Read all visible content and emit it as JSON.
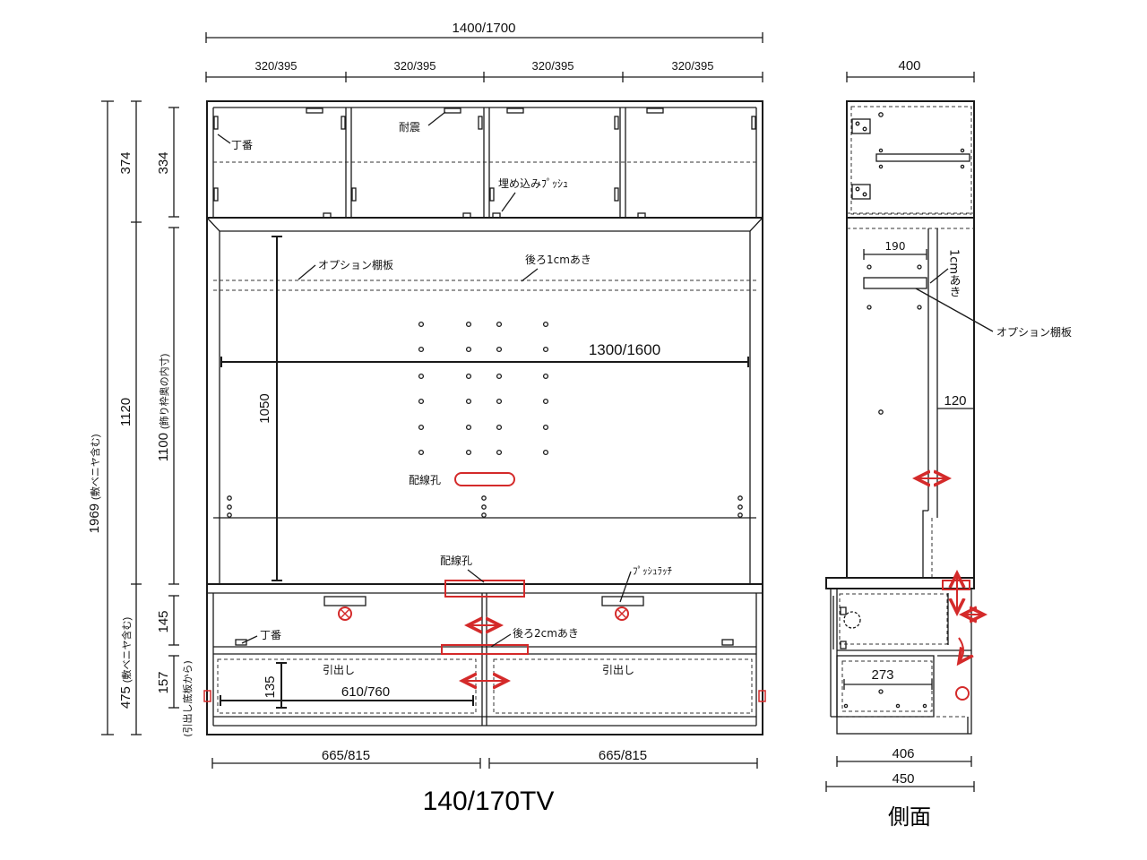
{
  "front": {
    "overall_width": "1400/1700",
    "upper_door_width": "320/395",
    "inner_width": "1300/1600",
    "drawer_width": "665/815",
    "drawer_inner": "610/760",
    "title": "140/170TV"
  },
  "heights": {
    "total": "1969",
    "total_note": "(敷ベニヤ含む)",
    "upper": "374",
    "upper_inner": "334",
    "middle": "1120",
    "middle_inner": "1100",
    "middle_note": "(飾り枠奥の内寸)",
    "tv_opening": "1050",
    "lower": "475",
    "lower_note": "(敷ベニヤ含む)",
    "flap": "145",
    "drawer": "157",
    "drawer_note": "(引出し底板から)",
    "drawer_inner_h": "135"
  },
  "labels": {
    "hinge": "丁番",
    "seismic": "耐震",
    "push": "埋め込みﾌﾟｯｼｭ",
    "option_shelf": "オプション棚板",
    "back_gap_1": "後ろ1cmあき",
    "cable_hole": "配線孔",
    "push_latch": "ﾌﾟｯｼｭﾗｯﾁ",
    "back_gap_2": "後ろ2cmあき",
    "drawer": "引出し"
  },
  "side": {
    "depth_top": "400",
    "shelf_depth": "190",
    "gap_vertical": "1cmあき",
    "option_shelf": "オプション棚板",
    "offset": "120",
    "drawer_depth": "273",
    "depth_mid": "406",
    "depth_bottom": "450",
    "title": "側面"
  },
  "colors": {
    "line": "#1a1a1a",
    "accent": "#d42a2a"
  },
  "icons": [
    "hinge-icon",
    "cable-hole-icon",
    "push-latch-icon",
    "arrow-icon"
  ]
}
